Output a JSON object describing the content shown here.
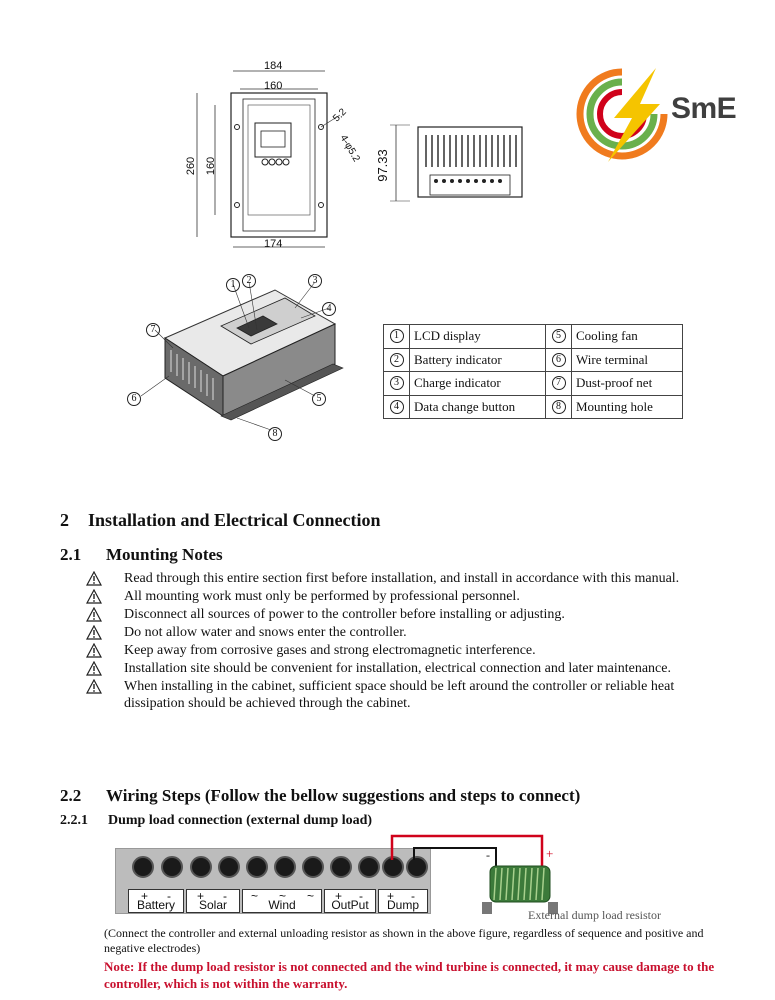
{
  "front_view": {
    "dims": [
      "184",
      "160",
      "260",
      "160",
      "174",
      "5.2",
      "4-φ5.2"
    ]
  },
  "side_view": {
    "dims": [
      "97.33"
    ]
  },
  "iso_view": {
    "callouts": [
      "1",
      "2",
      "3",
      "4",
      "5",
      "6",
      "7",
      "8"
    ]
  },
  "logo": {
    "text": "SmE"
  },
  "legend": [
    {
      "n1": "1",
      "l1": "LCD display",
      "n2": "5",
      "l2": "Cooling fan"
    },
    {
      "n1": "2",
      "l1": "Battery indicator",
      "n2": "6",
      "l2": "Wire terminal"
    },
    {
      "n1": "3",
      "l1": "Charge indicator",
      "n2": "7",
      "l2": "Dust-proof net"
    },
    {
      "n1": "4",
      "l1": "Data change button",
      "n2": "8",
      "l2": "Mounting hole"
    }
  ],
  "section2": {
    "num": "2",
    "title": "Installation and Electrical Connection"
  },
  "section21": {
    "num": "2.1",
    "title": "Mounting Notes"
  },
  "notes": [
    "Read through this entire section first before installation, and install in accordance with this manual.",
    "All mounting work must only be performed by professional personnel.",
    "Disconnect all sources of power to the controller before installing or adjusting.",
    "Do not allow water and snows enter the controller.",
    "Keep away from corrosive gases and strong electromagnetic interference.",
    "Installation site should be convenient for installation, electrical connection and later maintenance.",
    "When installing in the cabinet, sufficient space should be left around the controller or reliable heat dissipation should be achieved through the cabinet."
  ],
  "section22": {
    "num": "2.2",
    "title": "Wiring Steps  (Follow the bellow suggestions and steps to connect)"
  },
  "section221": {
    "num": "2.2.1",
    "title": "Dump load connection  (external dump load)"
  },
  "terminals": [
    {
      "signs": [
        "+",
        "-"
      ],
      "name": "Battery"
    },
    {
      "signs": [
        "+",
        "-"
      ],
      "name": "Solar"
    },
    {
      "signs": [
        "~",
        "~",
        "~"
      ],
      "name": "Wind"
    },
    {
      "signs": [
        "+",
        "-"
      ],
      "name": "OutPut"
    },
    {
      "signs": [
        "+",
        "-"
      ],
      "name": "Dump"
    }
  ],
  "resistor": {
    "minus": "-",
    "plus": "+",
    "caption": "External dump load resistor"
  },
  "paragraph": "(Connect the controller and external unloading resistor as shown in the above figure, regardless of sequence and positive and negative electrodes)",
  "note": "Note: If the dump load resistor is not connected and the wind turbine is connected, it may cause damage to the controller, which is not within the warranty.",
  "colors": {
    "note_red": "#c8102e",
    "wire_red": "#d0021b",
    "logo_orange": "#f07b1e",
    "logo_yellow": "#f5c400",
    "logo_green": "#6ab04c"
  }
}
